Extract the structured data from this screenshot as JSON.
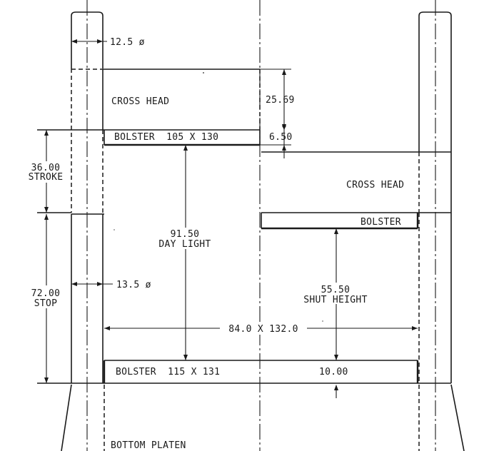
{
  "labels": {
    "rod_diameter_top": "12.5 ø",
    "rod_diameter_mid": "13.5 ø",
    "cross_head_left": "CROSS HEAD",
    "cross_head_right": "CROSS HEAD",
    "bolster_upper_left": "BOLSTER  105 X 130",
    "bolster_upper_right": "BOLSTER",
    "bolster_lower": "BOLSTER  115 X 131",
    "bolster_lower_thickness": "10.00",
    "bottom_platen": "BOTTOM PLATEN",
    "cross_head_height": "25.69",
    "bolster_thickness": "6.50",
    "stroke_value": "36.00",
    "stroke_label": "STROKE",
    "stop_value": "72.00",
    "stop_label": "STOP",
    "day_light_value": "91.50",
    "day_light_label": "DAY LIGHT",
    "shut_height_value": "55.50",
    "shut_height_label": "SHUT HEIGHT",
    "span_dimension": "84.0 X 132.0"
  }
}
